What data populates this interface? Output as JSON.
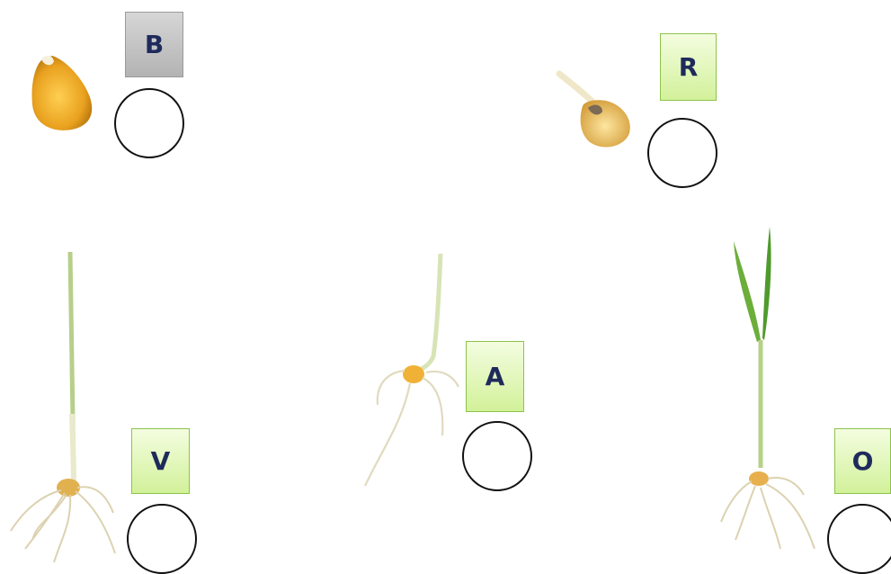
{
  "stages": [
    {
      "id": "kernel",
      "label": "B",
      "color": "#9a9a9a"
    },
    {
      "id": "germinating-kernel",
      "label": "R",
      "color": "#8cc34a"
    },
    {
      "id": "seedling-tall-shoot",
      "label": "V",
      "color": "#8cc34a"
    },
    {
      "id": "seedling-early-root",
      "label": "A",
      "color": "#8cc34a"
    },
    {
      "id": "seedling-with-leaves",
      "label": "O",
      "color": "#8cc34a"
    }
  ]
}
